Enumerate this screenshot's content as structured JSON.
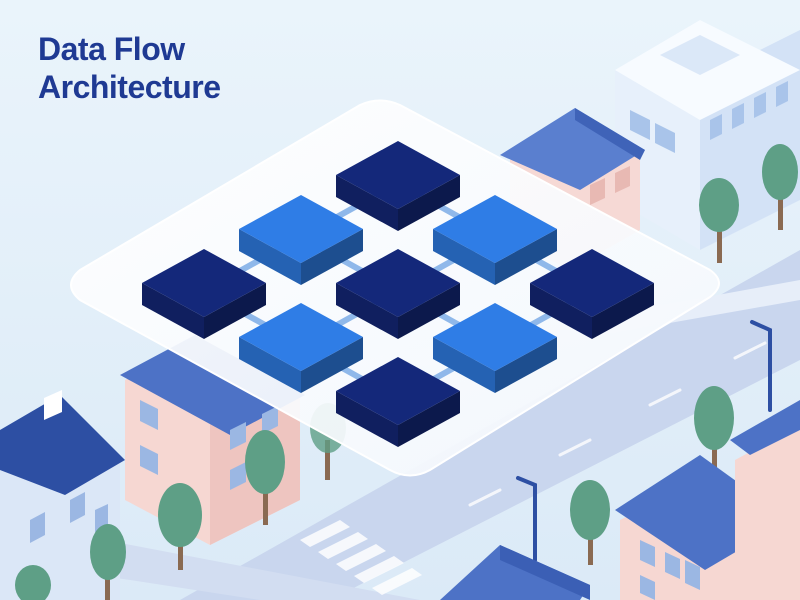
{
  "title": {
    "line1": "Data Flow",
    "line2": "Architecture"
  },
  "colors": {
    "background": "#e3f0f9",
    "title": "#1f3a93",
    "node_dark": "#14287a",
    "node_light": "#2f7de6",
    "connector": "#8fb8ea",
    "platform": "#ffffff",
    "road": "#c9d6ee",
    "roof": "#4a6fc2",
    "wall_pink": "#f5d7d4",
    "wall_blue": "#dfeaf8",
    "tree": "#5e9f86",
    "trunk": "#8a6a52"
  },
  "diagram": {
    "type": "isometric-grid",
    "rows": [
      [
        "dark",
        "light",
        "dark"
      ],
      [
        "light",
        "dark",
        "light"
      ],
      [
        "dark",
        "light",
        "dark"
      ]
    ]
  }
}
